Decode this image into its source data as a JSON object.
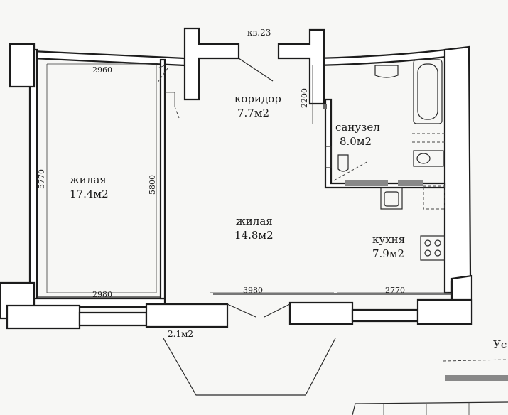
{
  "plan": {
    "apartment_label": "кв.23",
    "rooms": [
      {
        "id": "living-left",
        "name": "жилая",
        "area": "17.4м2"
      },
      {
        "id": "corridor",
        "name": "коридор",
        "area": "7.7м2"
      },
      {
        "id": "bathroom",
        "name": "санузел",
        "area": "8.0м2"
      },
      {
        "id": "living-center",
        "name": "жилая",
        "area": "14.8м2"
      },
      {
        "id": "kitchen",
        "name": "кухня",
        "area": "7.9м2"
      }
    ],
    "balcony_area": "2.1м2",
    "dimensions": {
      "top_left": "2960",
      "bottom_left": "2980",
      "left_height": "5770",
      "inner_height": "5800",
      "bottom_center": "3980",
      "bottom_right": "2770",
      "corridor_depth": "2200"
    },
    "edge_text": "Ус"
  }
}
